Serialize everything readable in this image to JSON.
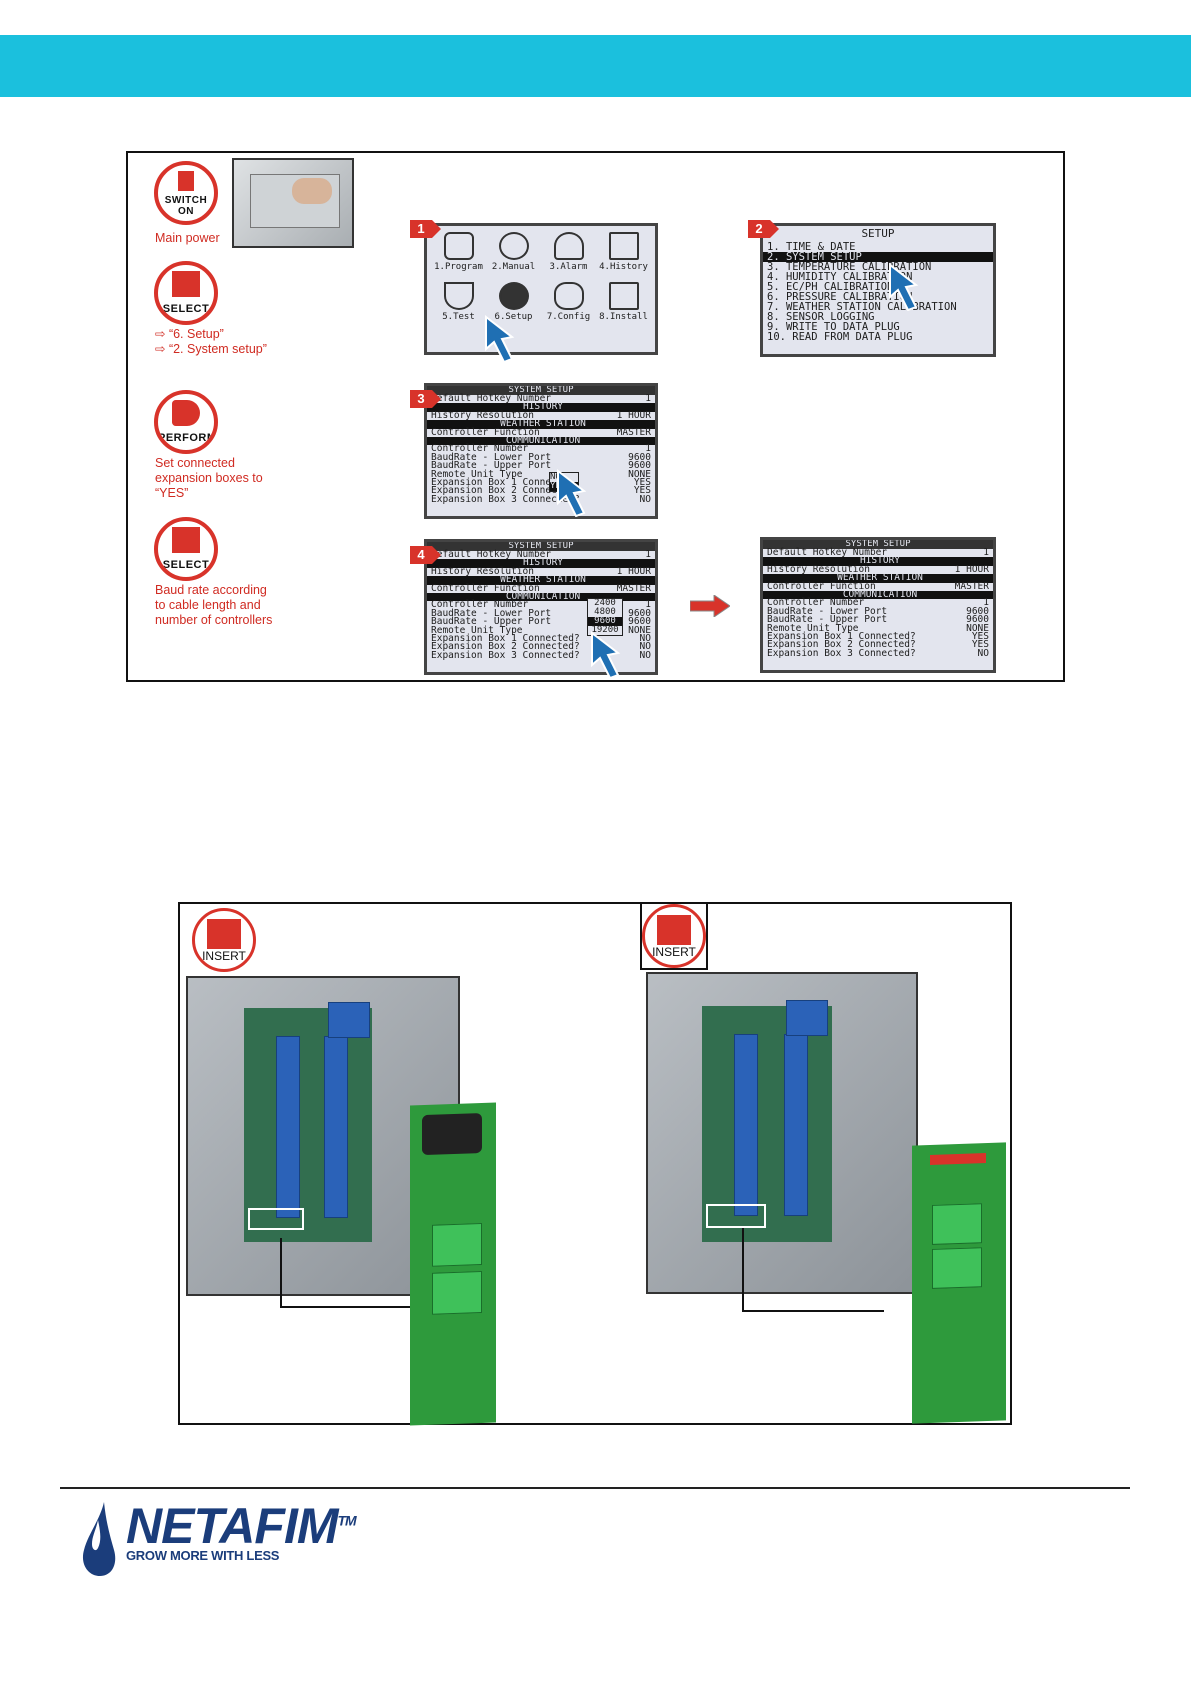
{
  "header": {
    "color": "#1bc0dd"
  },
  "steps_panel": {
    "icons": {
      "switch": "SWITCH ON",
      "select1": "SELECT",
      "perform": "PERFORM",
      "select2": "SELECT"
    },
    "captions": {
      "main_power": "Main power",
      "setup_line1": "⇨ “6. Setup”",
      "setup_line2": "⇨ “2. System setup”",
      "expansion": [
        "Set connected",
        "expansion boxes to",
        "“YES”"
      ],
      "baud": [
        "Baud rate according",
        "to cable length and",
        "number of controllers"
      ]
    },
    "step_numbers": [
      "1",
      "2",
      "3",
      "4"
    ],
    "screen1": {
      "items": [
        "1.Program",
        "2.Manual",
        "3.Alarm",
        "4.History",
        "5.Test",
        "6.Setup",
        "7.Config",
        "8.Install"
      ]
    },
    "screen2": {
      "title": "SETUP",
      "items": [
        "1.  TIME & DATE",
        "2.  SYSTEM SETUP",
        "3.  TEMPERATURE CALIBRATION",
        "4.  HUMIDITY CALIBRATION",
        "5.  EC/PH CALIBRATION",
        "6.  PRESSURE CALIBRATION",
        "7.  WEATHER STATION CALIBRATION",
        "8.  SENSOR LOGGING",
        "9.  WRITE TO DATA PLUG",
        "10. READ FROM DATA PLUG"
      ]
    },
    "system_setup": {
      "title": "SYSTEM SETUP",
      "rows": [
        {
          "label": "Default Hotkey Number",
          "value": "1",
          "type": "row"
        },
        {
          "label": "HISTORY",
          "value": "",
          "type": "hl"
        },
        {
          "label": "History Resolution",
          "value": "1 HOUR",
          "type": "row"
        },
        {
          "label": "WEATHER STATION",
          "value": "",
          "type": "hl"
        },
        {
          "label": "Controller Function",
          "value": "MASTER",
          "type": "row"
        },
        {
          "label": "COMMUNICATION",
          "value": "",
          "type": "hl"
        },
        {
          "label": "Controller Number",
          "value": "1",
          "type": "row"
        },
        {
          "label": "BaudRate - Lower Port",
          "value": "9600",
          "type": "row"
        },
        {
          "label": "BaudRate - Upper Port",
          "value": "9600",
          "type": "row"
        },
        {
          "label": "Remote Unit Type",
          "value": "NONE",
          "type": "row"
        },
        {
          "label": "Expansion Box 1 Connected?",
          "value": "YES",
          "type": "row"
        },
        {
          "label": "Expansion Box 2 Connected?",
          "value": "YES",
          "type": "row"
        },
        {
          "label": "Expansion Box 3 Connected?",
          "value": "NO",
          "type": "row"
        }
      ],
      "popup3": [
        "NO",
        "YES"
      ],
      "popup4": [
        "2400",
        "4800",
        "9600",
        "19200"
      ],
      "step4_values": [
        "1",
        "",
        "1 HOUR",
        "",
        "MASTER",
        "",
        "1",
        "9600",
        "9600",
        "NONE",
        "NO",
        "NO",
        "NO"
      ]
    }
  },
  "insert_panel": {
    "insert_label": "INSERT"
  },
  "footer": {
    "brand": "NETAFIM",
    "trademark": "TM",
    "tagline": "GROW MORE WITH LESS",
    "brand_color": "#1b3d7b"
  }
}
